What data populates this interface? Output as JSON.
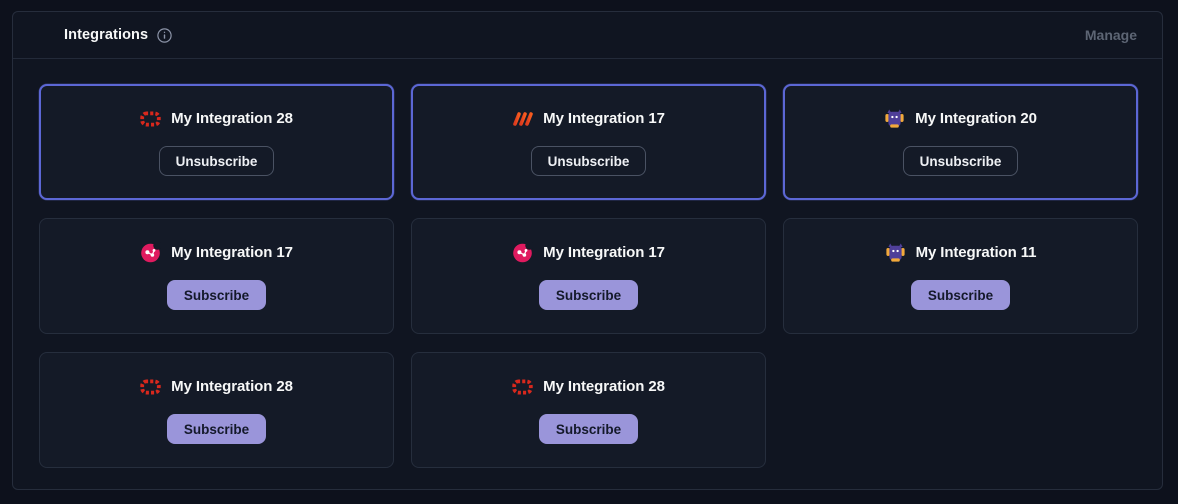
{
  "header": {
    "title": "Integrations",
    "info_icon": "info-icon",
    "manage_label": "Manage"
  },
  "buttons": {
    "subscribe_label": "Subscribe",
    "unsubscribe_label": "Unsubscribe"
  },
  "colors": {
    "page_bg": "#0d111c",
    "panel_bg": "#101521",
    "card_bg": "#141a27",
    "accent_border": "#5c67d5",
    "subscribe_bg": "#9a95da",
    "subscribe_text": "#14192a",
    "red_icon": "#d7281d",
    "orange_icon_dark": "#dd3b1e",
    "orange_icon_light": "#f85c1f",
    "pink_icon": "#e01a5f",
    "mascot_purple": "#4f3f99",
    "mascot_orange": "#f2a93b"
  },
  "cards": [
    {
      "name": "My Integration 28",
      "icon": "red-blocks-icon",
      "action": "unsubscribe",
      "highlighted": true
    },
    {
      "name": "My Integration 17",
      "icon": "orange-stripes-icon",
      "action": "unsubscribe",
      "highlighted": true
    },
    {
      "name": "My Integration 20",
      "icon": "mascot-icon",
      "action": "unsubscribe",
      "highlighted": true
    },
    {
      "name": "My Integration 17",
      "icon": "pink-molecule-icon",
      "action": "subscribe",
      "highlighted": false
    },
    {
      "name": "My Integration 17",
      "icon": "pink-molecule-icon",
      "action": "subscribe",
      "highlighted": false
    },
    {
      "name": "My Integration 11",
      "icon": "mascot-icon",
      "action": "subscribe",
      "highlighted": false
    },
    {
      "name": "My Integration 28",
      "icon": "red-blocks-icon",
      "action": "subscribe",
      "highlighted": false
    },
    {
      "name": "My Integration 28",
      "icon": "red-blocks-icon",
      "action": "subscribe",
      "highlighted": false
    }
  ]
}
